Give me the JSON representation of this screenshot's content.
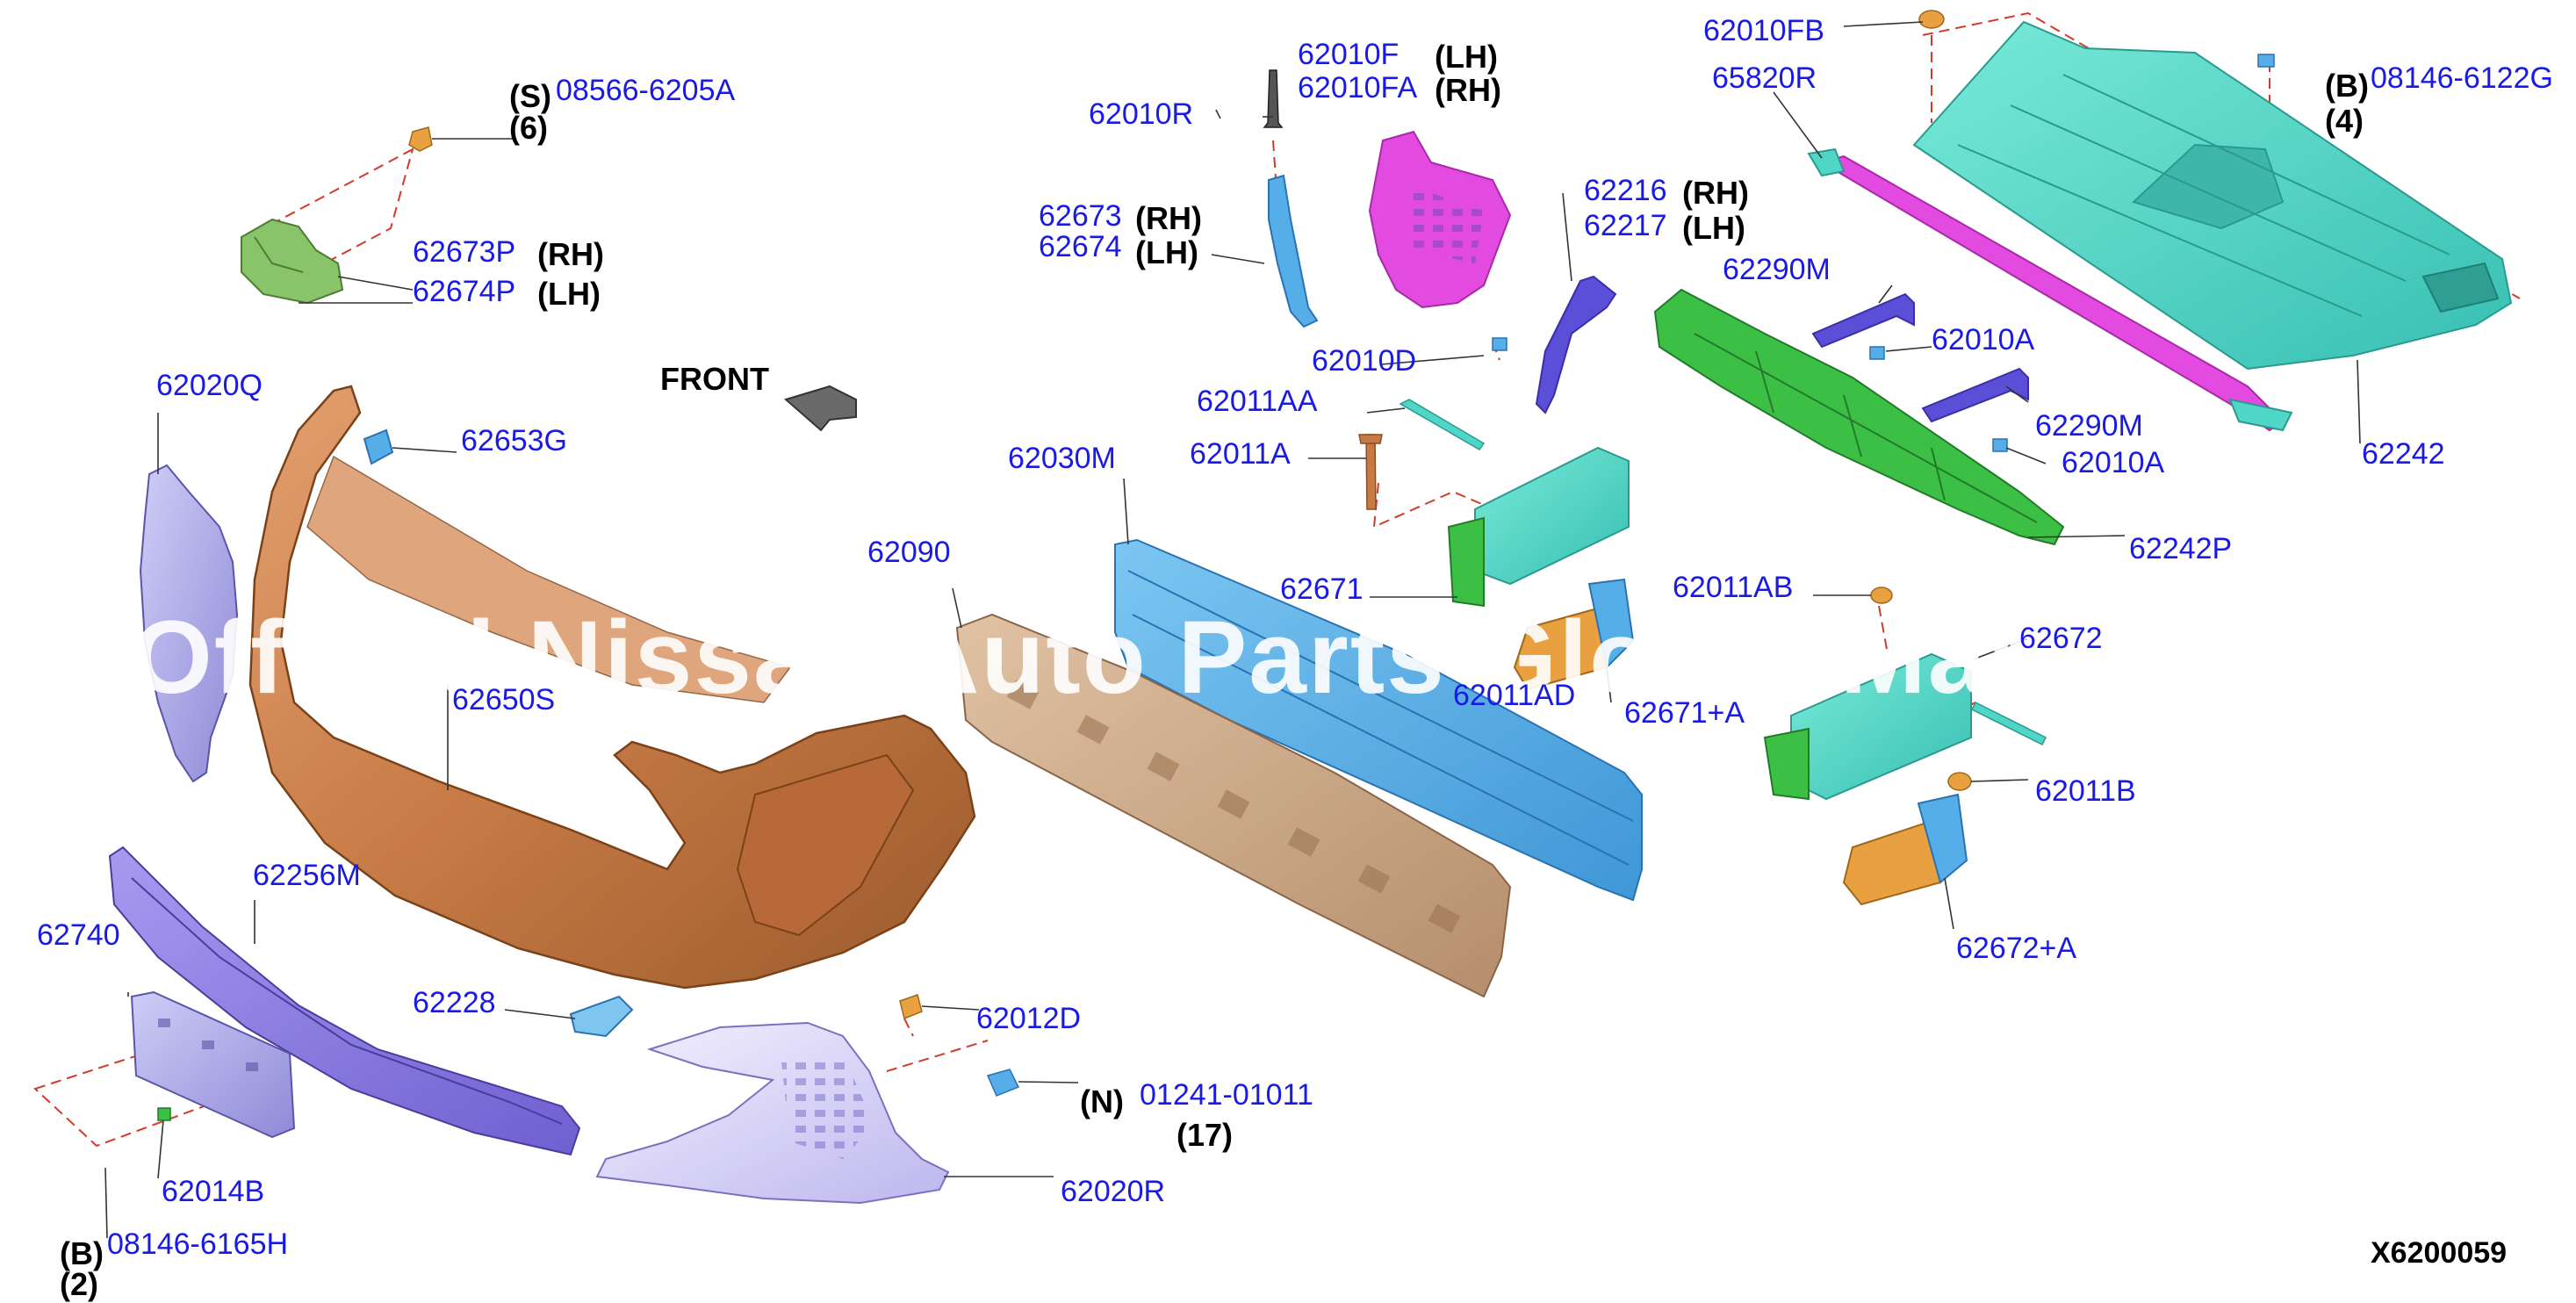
{
  "diagram_id": "X6200059",
  "front_label": "FRONT",
  "watermark": "Official Nissan Auto Parts Global Market",
  "colors": {
    "part_number": "#1a1ae6",
    "leader": "#333333",
    "dashed": "#d23a2a",
    "bumper_fascia": "#c77a45",
    "grille": "#8f7fe0",
    "absorber": "#cfa987",
    "reinforcement": "#56aee8",
    "cover": "#4fd6c7",
    "bracket_green": "#3cbf45",
    "bracket_magenta": "#e24ae0",
    "bracket_purple": "#5b4fd8"
  },
  "labels": [
    {
      "id": "q-s",
      "text": "(S)",
      "kind": "qual"
    },
    {
      "id": "p-08566-6205a",
      "text": "08566-6205A",
      "kind": "pn"
    },
    {
      "id": "q-6",
      "text": "(6)",
      "kind": "qual"
    },
    {
      "id": "p-62673p",
      "text": "62673P",
      "kind": "pn"
    },
    {
      "id": "q-62673p-rh",
      "text": "(RH)",
      "kind": "qual"
    },
    {
      "id": "p-62674p",
      "text": "62674P",
      "kind": "pn"
    },
    {
      "id": "q-62674p-lh",
      "text": "(LH)",
      "kind": "qual"
    },
    {
      "id": "p-62020q",
      "text": "62020Q",
      "kind": "pn"
    },
    {
      "id": "p-62653g",
      "text": "62653G",
      "kind": "pn"
    },
    {
      "id": "p-62650s",
      "text": "62650S",
      "kind": "pn"
    },
    {
      "id": "p-62256m",
      "text": "62256M",
      "kind": "pn"
    },
    {
      "id": "p-62740",
      "text": "62740",
      "kind": "pn"
    },
    {
      "id": "p-62228",
      "text": "62228",
      "kind": "pn"
    },
    {
      "id": "p-62014b",
      "text": "62014B",
      "kind": "pn"
    },
    {
      "id": "q-b-left",
      "text": "(B)",
      "kind": "qual"
    },
    {
      "id": "p-08146-6165h",
      "text": "08146-6165H",
      "kind": "pn"
    },
    {
      "id": "q-2",
      "text": "(2)",
      "kind": "qual"
    },
    {
      "id": "p-62010r",
      "text": "62010R",
      "kind": "pn"
    },
    {
      "id": "p-62010f",
      "text": "62010F",
      "kind": "pn"
    },
    {
      "id": "q-62010f-lh",
      "text": "(LH)",
      "kind": "qual"
    },
    {
      "id": "p-62010fa",
      "text": "62010FA",
      "kind": "pn"
    },
    {
      "id": "q-62010fa-rh",
      "text": "(RH)",
      "kind": "qual"
    },
    {
      "id": "p-62673",
      "text": "62673",
      "kind": "pn"
    },
    {
      "id": "q-62673-rh",
      "text": "(RH)",
      "kind": "qual"
    },
    {
      "id": "p-62674",
      "text": "62674",
      "kind": "pn"
    },
    {
      "id": "q-62674-lh",
      "text": "(LH)",
      "kind": "qual"
    },
    {
      "id": "p-62010d",
      "text": "62010D",
      "kind": "pn"
    },
    {
      "id": "p-62011aa",
      "text": "62011AA",
      "kind": "pn"
    },
    {
      "id": "p-62011a",
      "text": "62011A",
      "kind": "pn"
    },
    {
      "id": "p-62030m",
      "text": "62030M",
      "kind": "pn"
    },
    {
      "id": "p-62090",
      "text": "62090",
      "kind": "pn"
    },
    {
      "id": "p-62671",
      "text": "62671",
      "kind": "pn"
    },
    {
      "id": "p-62011ad",
      "text": "62011AD",
      "kind": "pn"
    },
    {
      "id": "p-62216",
      "text": "62216",
      "kind": "pn"
    },
    {
      "id": "q-62216-rh",
      "text": "(RH)",
      "kind": "qual"
    },
    {
      "id": "p-62217",
      "text": "62217",
      "kind": "pn"
    },
    {
      "id": "q-62217-lh",
      "text": "(LH)",
      "kind": "qual"
    },
    {
      "id": "p-62010fb",
      "text": "62010FB",
      "kind": "pn"
    },
    {
      "id": "p-65820r",
      "text": "65820R",
      "kind": "pn"
    },
    {
      "id": "q-b-right",
      "text": "(B)",
      "kind": "qual"
    },
    {
      "id": "p-08146-6122g",
      "text": "08146-6122G",
      "kind": "pn"
    },
    {
      "id": "q-4",
      "text": "(4)",
      "kind": "qual"
    },
    {
      "id": "p-62290m-top",
      "text": "62290M",
      "kind": "pn"
    },
    {
      "id": "p-62010a-top",
      "text": "62010A",
      "kind": "pn"
    },
    {
      "id": "p-62290m-bottom",
      "text": "62290M",
      "kind": "pn"
    },
    {
      "id": "p-62010a-bottom",
      "text": "62010A",
      "kind": "pn"
    },
    {
      "id": "p-62242",
      "text": "62242",
      "kind": "pn"
    },
    {
      "id": "p-62242p",
      "text": "62242P",
      "kind": "pn"
    },
    {
      "id": "p-62011ab",
      "text": "62011AB",
      "kind": "pn"
    },
    {
      "id": "p-62672",
      "text": "62672",
      "kind": "pn"
    },
    {
      "id": "p-62671a",
      "text": "62671+A",
      "kind": "pn"
    },
    {
      "id": "p-62011b",
      "text": "62011B",
      "kind": "pn"
    },
    {
      "id": "p-62672a",
      "text": "62672+A",
      "kind": "pn"
    },
    {
      "id": "p-62012d",
      "text": "62012D",
      "kind": "pn"
    },
    {
      "id": "q-n",
      "text": "(N)",
      "kind": "qual"
    },
    {
      "id": "p-01241-01011",
      "text": "01241-01011",
      "kind": "pn"
    },
    {
      "id": "q-17",
      "text": "(17)",
      "kind": "qual"
    },
    {
      "id": "p-62020r",
      "text": "62020R",
      "kind": "pn"
    }
  ]
}
